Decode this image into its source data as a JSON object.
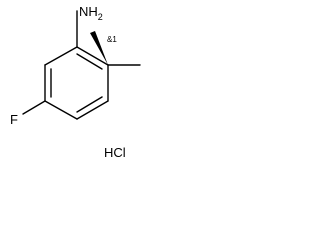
{
  "molecule": {
    "amine_label": "NH2",
    "amine_label_main": "NH",
    "amine_label_sub": "2",
    "stereo_label": "&1",
    "fluoro_label": "F",
    "salt_label": "HCl"
  },
  "colors": {
    "ink": "#000000",
    "background": "#ffffff"
  }
}
